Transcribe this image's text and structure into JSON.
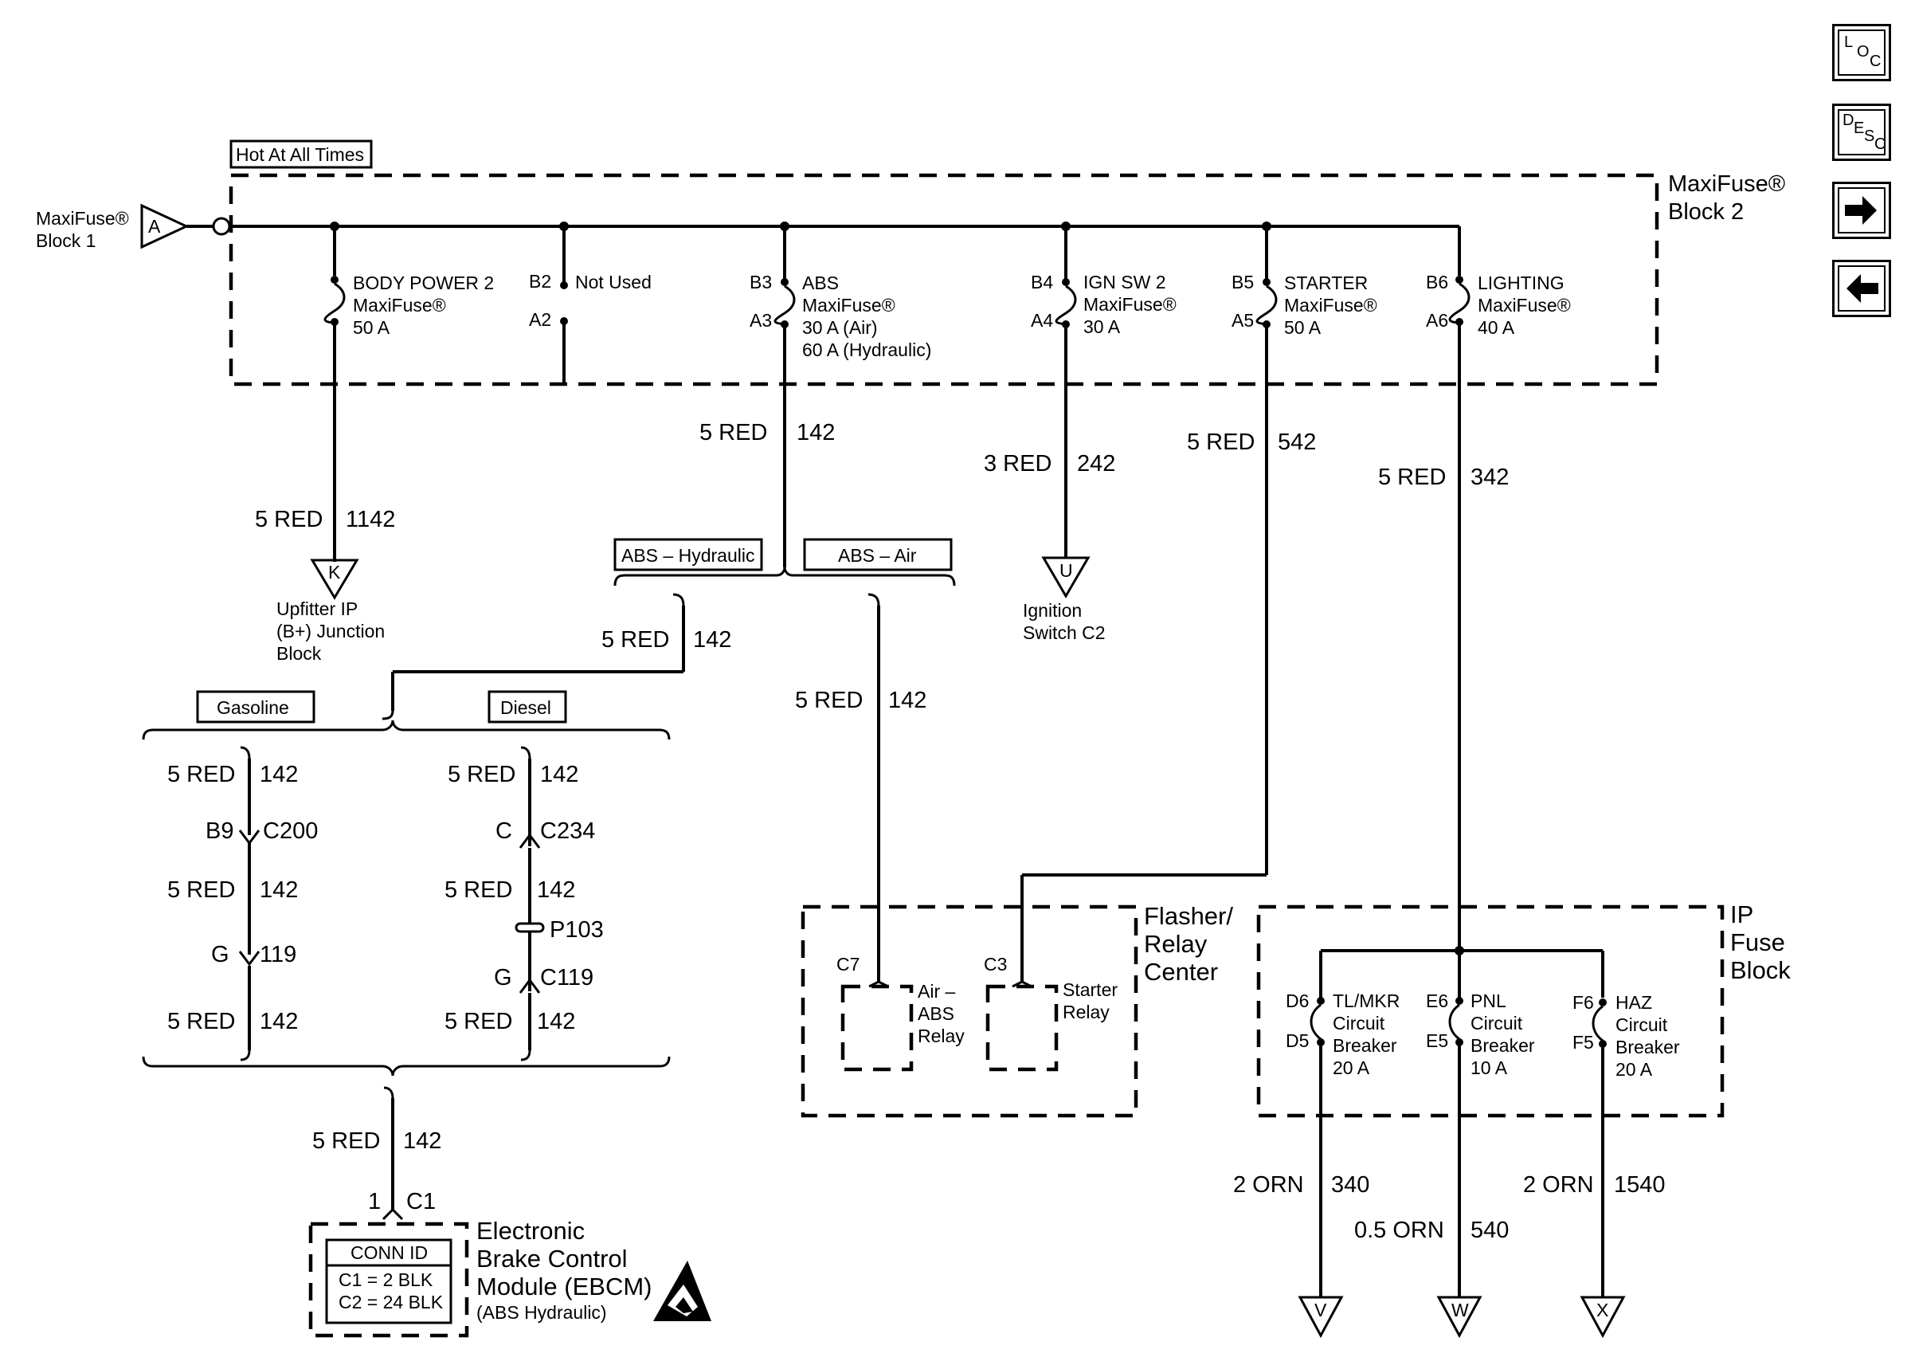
{
  "nav": {
    "loc": [
      "L",
      "O",
      "C"
    ],
    "desc": [
      "D",
      "E",
      "S",
      "C"
    ],
    "next_icon": "arrow-right-icon",
    "prev_icon": "arrow-left-icon"
  },
  "block": {
    "hot_label": "Hot At All Times",
    "name": [
      "MaxiFuse®",
      "Block 2"
    ],
    "source_name": [
      "MaxiFuse®",
      "Block 1"
    ],
    "source_pin": "A"
  },
  "fuses": [
    {
      "top_pin": "",
      "bottom_pin": "",
      "lines": [
        "BODY POWER 2",
        "MaxiFuse®",
        "50 A"
      ]
    },
    {
      "top_pin": "B2",
      "bottom_pin": "A2",
      "lines": [
        "Not Used"
      ]
    },
    {
      "top_pin": "B3",
      "bottom_pin": "A3",
      "lines": [
        "ABS",
        "MaxiFuse®",
        "30 A (Air)",
        "60 A (Hydraulic)"
      ]
    },
    {
      "top_pin": "B4",
      "bottom_pin": "A4",
      "lines": [
        "IGN SW 2",
        "MaxiFuse®",
        "30 A"
      ]
    },
    {
      "top_pin": "B5",
      "bottom_pin": "A5",
      "lines": [
        "STARTER",
        "MaxiFuse®",
        "50 A"
      ]
    },
    {
      "top_pin": "B6",
      "bottom_pin": "A6",
      "lines": [
        "LIGHTING",
        "MaxiFuse®",
        "40 A"
      ]
    }
  ],
  "wires": {
    "w1142": {
      "spec": "5 RED",
      "num": "1142"
    },
    "w142_abs": {
      "spec": "5 RED",
      "num": "142"
    },
    "w242": {
      "spec": "3 RED",
      "num": "242"
    },
    "w542": {
      "spec": "5 RED",
      "num": "542"
    },
    "w342": {
      "spec": "5 RED",
      "num": "342"
    },
    "w142_hyd": {
      "spec": "5 RED",
      "num": "142"
    },
    "w142_air": {
      "spec": "5 RED",
      "num": "142"
    },
    "w142_ebcm": {
      "spec": "5 RED",
      "num": "142"
    },
    "w340": {
      "spec": "2 ORN",
      "num": "340"
    },
    "w540": {
      "spec": "0.5 ORN",
      "num": "540"
    },
    "w1540": {
      "spec": "2 ORN",
      "num": "1540"
    }
  },
  "offpage": {
    "k": {
      "letter": "K",
      "label": [
        "Upfitter IP",
        "(B+) Junction",
        "Block"
      ]
    },
    "u": {
      "letter": "U",
      "label": [
        "Ignition",
        "Switch C2"
      ]
    },
    "v": {
      "letter": "V"
    },
    "w": {
      "letter": "W"
    },
    "x": {
      "letter": "X"
    }
  },
  "options": {
    "abs_hydraulic": "ABS – Hydraulic",
    "abs_air": "ABS – Air",
    "gasoline": "Gasoline",
    "diesel": "Diesel"
  },
  "gasoline_path": {
    "seg1": {
      "spec": "5 RED",
      "num": "142"
    },
    "conn": {
      "pin": "B9",
      "name": "C200"
    },
    "seg2": {
      "spec": "5 RED",
      "num": "142"
    },
    "splice": {
      "pin": "G",
      "name": "119"
    },
    "seg3": {
      "spec": "5 RED",
      "num": "142"
    }
  },
  "diesel_path": {
    "seg1": {
      "spec": "5 RED",
      "num": "142"
    },
    "conn": {
      "pin": "C",
      "name": "C234"
    },
    "seg2": {
      "spec": "5 RED",
      "num": "142"
    },
    "pass": "P103",
    "conn2": {
      "pin": "G",
      "name": "C119"
    },
    "seg3": {
      "spec": "5 RED",
      "num": "142"
    }
  },
  "ebcm": {
    "pin": "1",
    "conn": "C1",
    "name": [
      "Electronic",
      "Brake Control",
      "Module (EBCM)"
    ],
    "note": "(ABS Hydraulic)",
    "conn_id_title": "CONN ID",
    "conn_id_rows": [
      "C1 = 2 BLK",
      "C2 = 24 BLK"
    ],
    "esd_icon": "esd-warning-icon"
  },
  "flasher": {
    "name": [
      "Flasher/",
      "Relay",
      "Center"
    ],
    "air_relay": {
      "pin": "C7",
      "label": [
        "Air –",
        "ABS",
        "Relay"
      ]
    },
    "starter_relay": {
      "pin": "C3",
      "label": [
        "Starter",
        "Relay"
      ]
    }
  },
  "ip_fuse": {
    "name": [
      "IP",
      "Fuse",
      "Block"
    ],
    "breakers": [
      {
        "top_pin": "D6",
        "bottom_pin": "D5",
        "lines": [
          "TL/MKR",
          "Circuit",
          "Breaker",
          "20 A"
        ]
      },
      {
        "top_pin": "E6",
        "bottom_pin": "E5",
        "lines": [
          "PNL",
          "Circuit",
          "Breaker",
          "10 A"
        ]
      },
      {
        "top_pin": "F6",
        "bottom_pin": "F5",
        "lines": [
          "HAZ",
          "Circuit",
          "Breaker",
          "20 A"
        ]
      }
    ]
  }
}
